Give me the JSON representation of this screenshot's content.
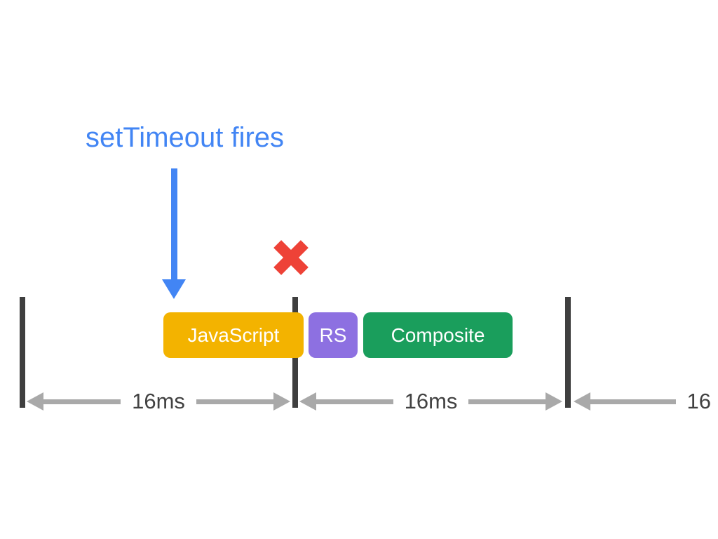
{
  "diagram": {
    "annotation": {
      "label": "setTimeout fires"
    },
    "tasks": [
      {
        "label": "JavaScript",
        "color": "#F3B300"
      },
      {
        "label": "RS",
        "color": "#8D70E1"
      },
      {
        "label": "Composite",
        "color": "#1A9E5C"
      }
    ],
    "measurements": [
      {
        "label": "16ms"
      },
      {
        "label": "16ms"
      },
      {
        "label": "16"
      }
    ],
    "frame_boundary_count": 3,
    "icons": {
      "annotation_pointer": "down-arrow",
      "missed_frame_marker": "x-mark"
    },
    "colors": {
      "annotation_blue": "#4285F4",
      "cross_red": "#EE4237",
      "frame_bar_gray": "#3F3F3F",
      "arrow_gray": "#A9A9A9",
      "label_gray": "#424242",
      "background": "#FFFFFF"
    }
  }
}
